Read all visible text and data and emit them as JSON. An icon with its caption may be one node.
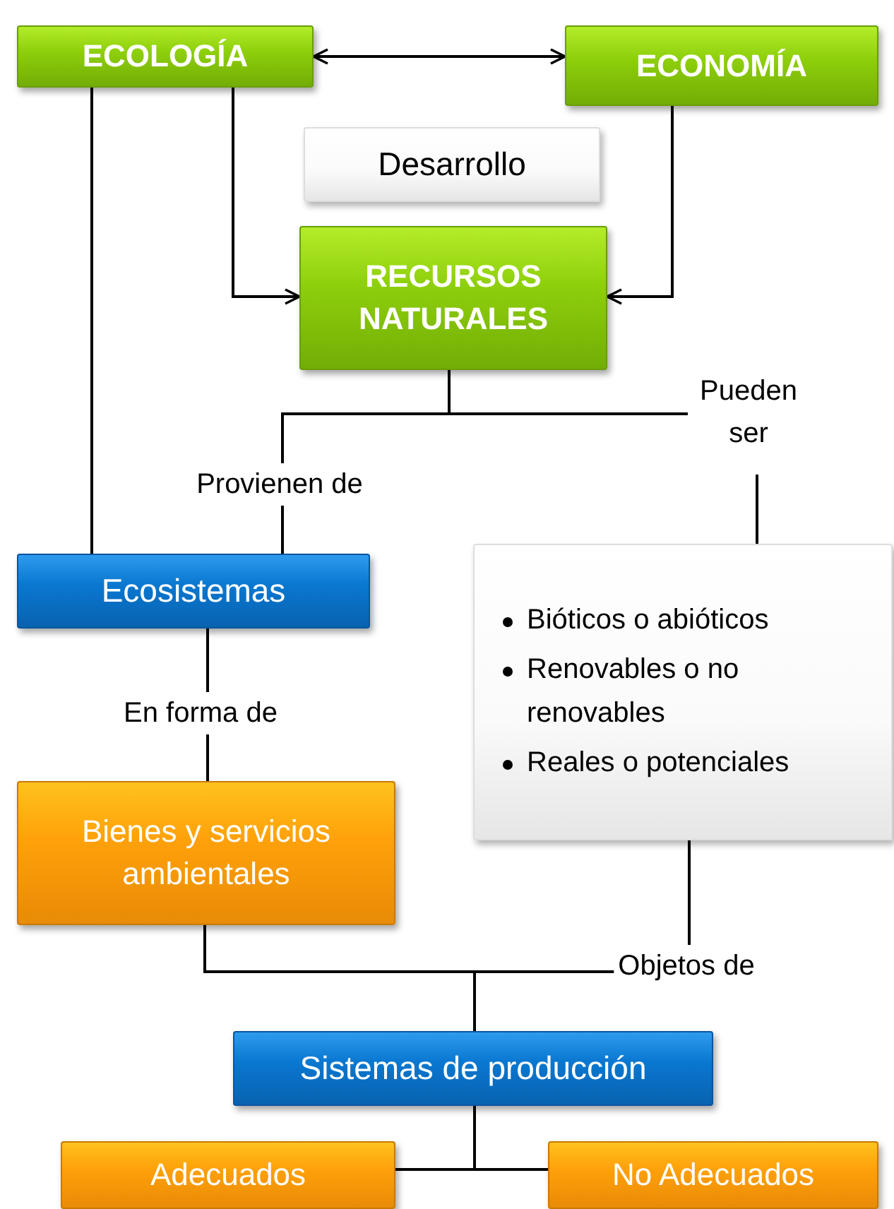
{
  "diagram": {
    "nodes": [
      {
        "text": [
          "ECOLOGÍA"
        ]
      },
      {
        "text": [
          "ECONOMÍA"
        ]
      },
      {
        "text": [
          "Desarrollo"
        ]
      },
      {
        "text": [
          "RECURSOS NATURALES"
        ]
      },
      {
        "text": [
          "Ecosistemas"
        ]
      },
      {
        "text": [
          "Bióticos o abióticos",
          "Renovables o no renovables",
          "Reales o potenciales"
        ]
      },
      {
        "text": [
          "Bienes y servicios ambientales"
        ]
      },
      {
        "text": [
          "Sistemas de producción"
        ]
      },
      {
        "text": [
          "Adecuados"
        ]
      },
      {
        "text": [
          "No Adecuados"
        ]
      }
    ],
    "edges": [
      {
        "from": 0,
        "to": 1,
        "arrow": "both"
      },
      {
        "from": 0,
        "to": 3,
        "arrow": "to"
      },
      {
        "from": 1,
        "to": 3,
        "arrow": "to"
      },
      {
        "from": 0,
        "to": 4,
        "arrow": "none"
      },
      {
        "from": 3,
        "to": 4,
        "arrow": "none",
        "label": "Provienen de"
      },
      {
        "from": 3,
        "to": 5,
        "arrow": "none",
        "label": "Pueden ser"
      },
      {
        "from": 4,
        "to": 6,
        "arrow": "none",
        "label": "En forma de"
      },
      {
        "from": 6,
        "to": 7,
        "arrow": "none"
      },
      {
        "from": 5,
        "to": 7,
        "arrow": "none",
        "label": "Objetos de"
      },
      {
        "from": 7,
        "to": 8,
        "arrow": "none"
      },
      {
        "from": 7,
        "to": 9,
        "arrow": "none"
      }
    ]
  }
}
